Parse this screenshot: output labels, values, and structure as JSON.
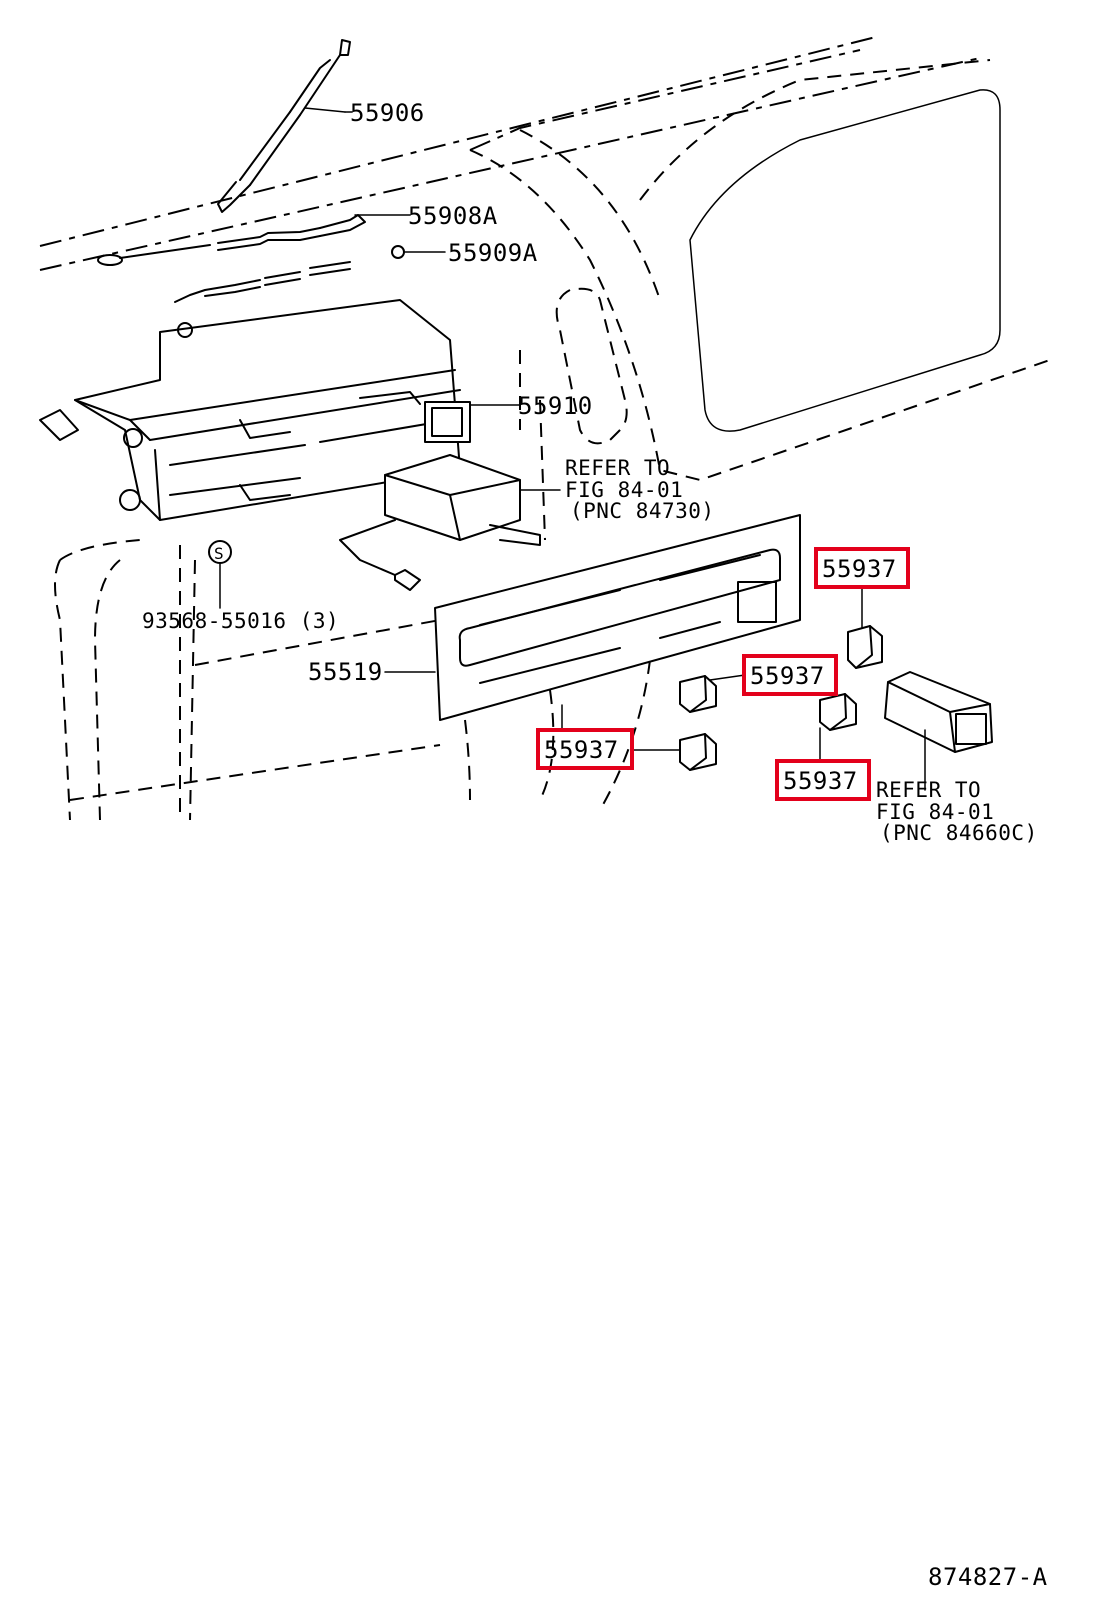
{
  "callouts": {
    "p55906": "55906",
    "p55908a": "55908A",
    "p55909a": "55909A",
    "p55910": "55910",
    "p55519": "55519",
    "p93568": "93568-55016 (3)",
    "p55937_a": "55937",
    "p55937_b": "55937",
    "p55937_c": "55937",
    "p55937_d": "55937"
  },
  "refer_1": {
    "line1": "REFER TO",
    "line2": "FIG 84-01",
    "line3": "(PNC 84730)"
  },
  "refer_2": {
    "line1": "REFER TO",
    "line2": "FIG 84-01",
    "line3": "(PNC 84660C)"
  },
  "fastener_symbol": "S",
  "diagram_id": "874827-A",
  "highlight_color": "#e3001b"
}
